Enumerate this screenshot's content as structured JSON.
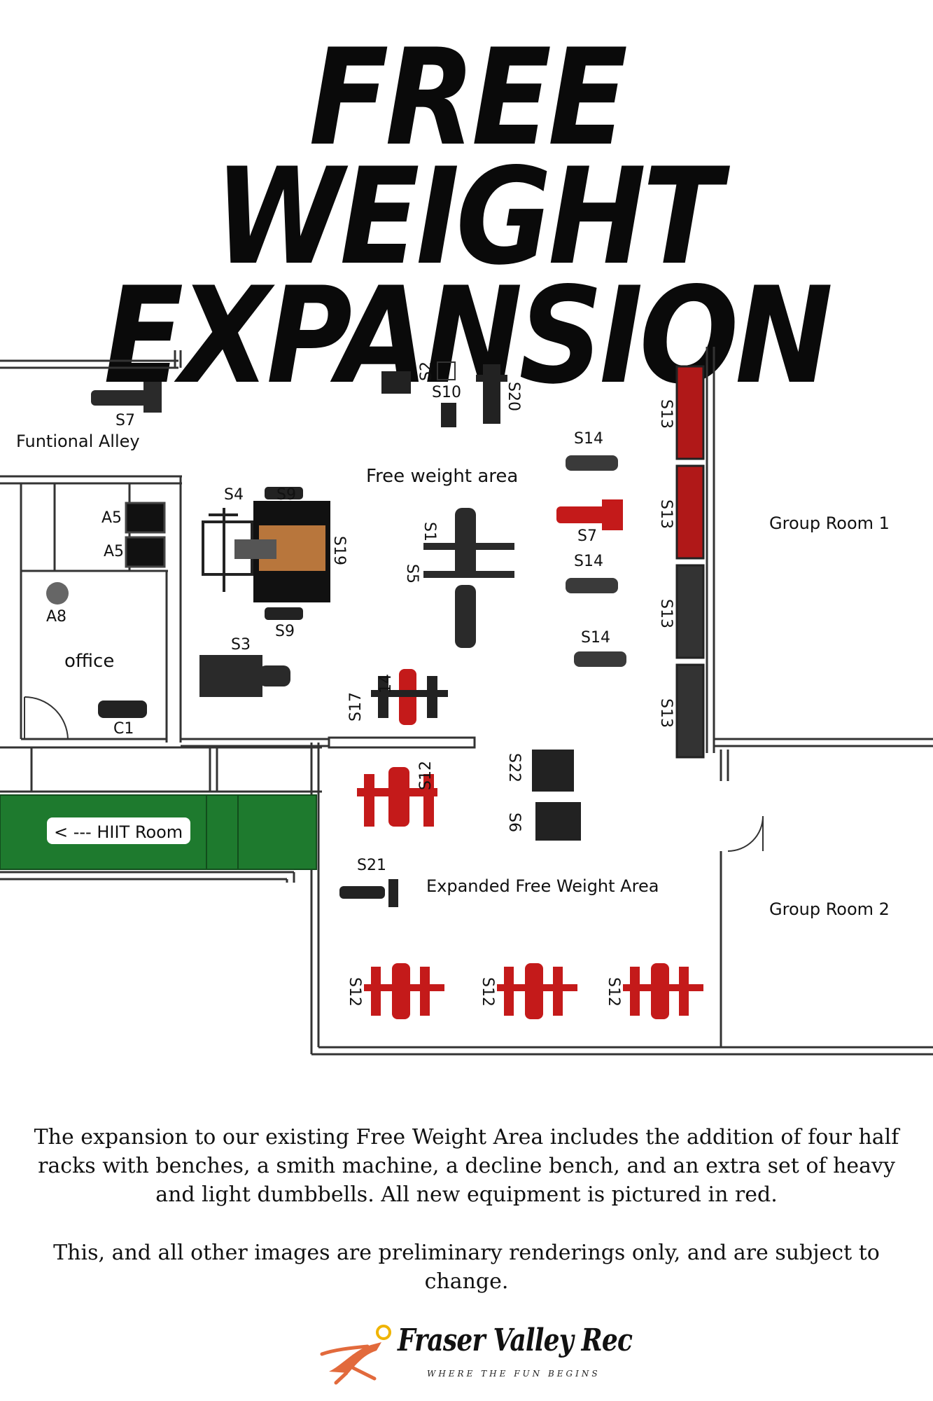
{
  "title": {
    "line1": "FREE WEIGHT",
    "line2": "EXPANSION"
  },
  "colors": {
    "new_equipment": "#c41a1a",
    "existing_equipment": "#2a2a2a",
    "turf": "#1e7a2e",
    "platform": "#b8763c",
    "wall": "#333333"
  },
  "rooms": {
    "functional_alley": "Funtional Alley",
    "free_weight_area": "Free weight area",
    "group_room_1": "Group Room 1",
    "group_room_2": "Group Room 2",
    "office": "office",
    "hiit_room": "< --- HIIT Room",
    "expanded_area": "Expanded Free Weight Area"
  },
  "equipment_labels": {
    "s7_top": "S7",
    "s10": "S10",
    "s2": "S2",
    "s20": "S20",
    "s13_a": "S13",
    "s13_b": "S13",
    "s13_c": "S13",
    "s13_d": "S13",
    "s14_a": "S14",
    "s7_mid": "S7",
    "s14_b": "S14",
    "s14_c": "S14",
    "s4": "S4",
    "s9_a": "S9",
    "s9_b": "S9",
    "s19": "S19",
    "a5_a": "A5",
    "a5_b": "A5",
    "a8": "A8",
    "c1": "C1",
    "s1": "S1",
    "s5": "S5",
    "s3": "S3",
    "s17": "S17",
    "s14_d": "14",
    "s12_a": "S12",
    "s22": "S22",
    "s6": "S6",
    "s21": "S21",
    "s12_b": "S12",
    "s12_c": "S12",
    "s12_d": "S12"
  },
  "description": {
    "paragraph1": "The expansion to our existing Free Weight Area includes the addition of four half racks with benches, a smith machine, a decline bench, and an extra set of heavy and light dumbbells. All new equipment is pictured in red.",
    "paragraph2": "This, and all other images are preliminary renderings only, and are subject to change."
  },
  "logo": {
    "name": "Fraser Valley Rec",
    "tagline": "WHERE THE FUN BEGINS",
    "icon": "runner-logo-icon"
  }
}
